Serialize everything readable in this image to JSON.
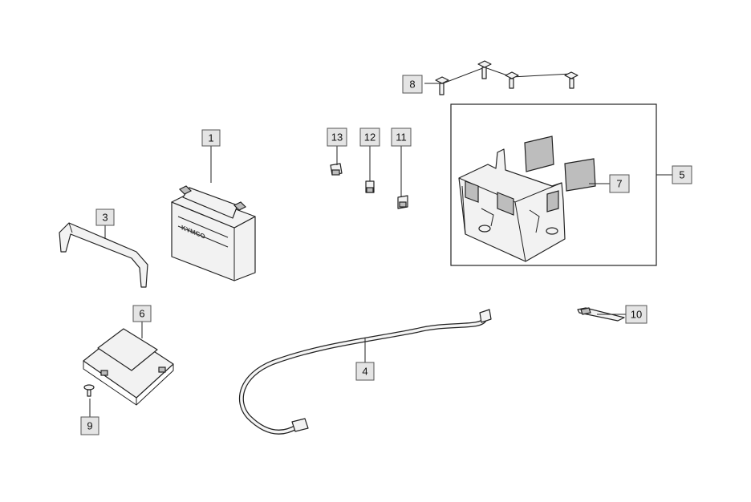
{
  "diagram": {
    "callouts": {
      "c1": "1",
      "c2": "3",
      "c3": "6",
      "c4": "9",
      "c5": "4",
      "c6": "13",
      "c7": "12",
      "c8": "11",
      "c9": "8",
      "c10": "7",
      "c11": "5",
      "c12": "10"
    },
    "battery_label_text": "KYMCO"
  }
}
